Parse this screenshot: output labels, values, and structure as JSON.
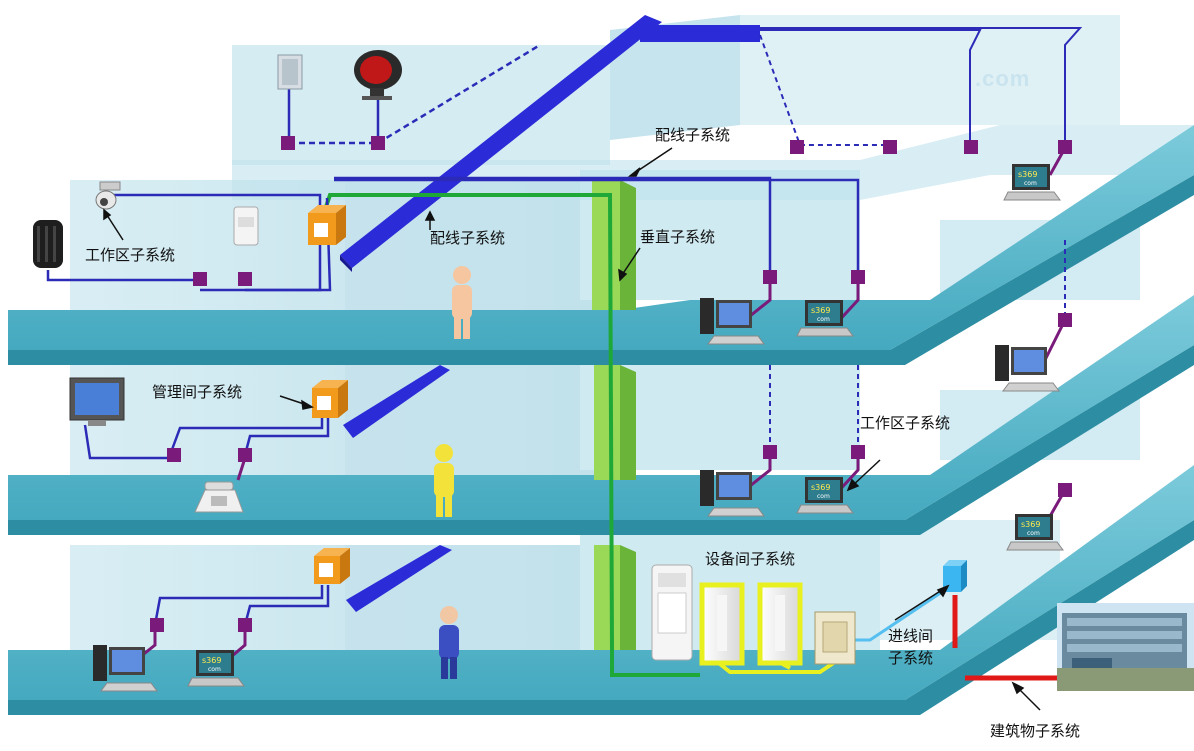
{
  "labels": {
    "wiring_top": "配线子系统",
    "wiring_mid": "配线子系统",
    "vertical": "垂直子系统",
    "work_area_top": "工作区子系统",
    "work_area_mid": "工作区子系统",
    "admin": "管理间子系统",
    "equipment": "设备间子系统",
    "entrance_line1": "进线间",
    "entrance_line2": "子系统",
    "building": "建筑物子系统"
  },
  "watermark": ".com",
  "laptop_screen_text": "s369",
  "laptop_screen_sub": "com",
  "colors": {
    "floor": "#4fb4c8",
    "floor_edge": "#2d8ea3",
    "wall": "#cfe8f0",
    "backbone_blue": "#2a2ad0",
    "vertical_green": "#8dd44a",
    "cable_blue": "#2b2bb8",
    "cable_purple": "#7a1a7a",
    "green_cable": "#1ea838",
    "yellow_cable": "#e8f020",
    "entrance_red": "#e01818",
    "panel_orange": "#f29a1c"
  },
  "icons": [
    "speaker-icon",
    "alarm-icon",
    "camera-icon",
    "sensor-icon",
    "cylinder-camera-icon",
    "tv-monitor-icon",
    "phone-icon",
    "desktop-pc-icon",
    "laptop-icon",
    "person-icon",
    "air-conditioner-icon",
    "cabinet-icon",
    "switchbox-icon",
    "building-photo-icon"
  ]
}
